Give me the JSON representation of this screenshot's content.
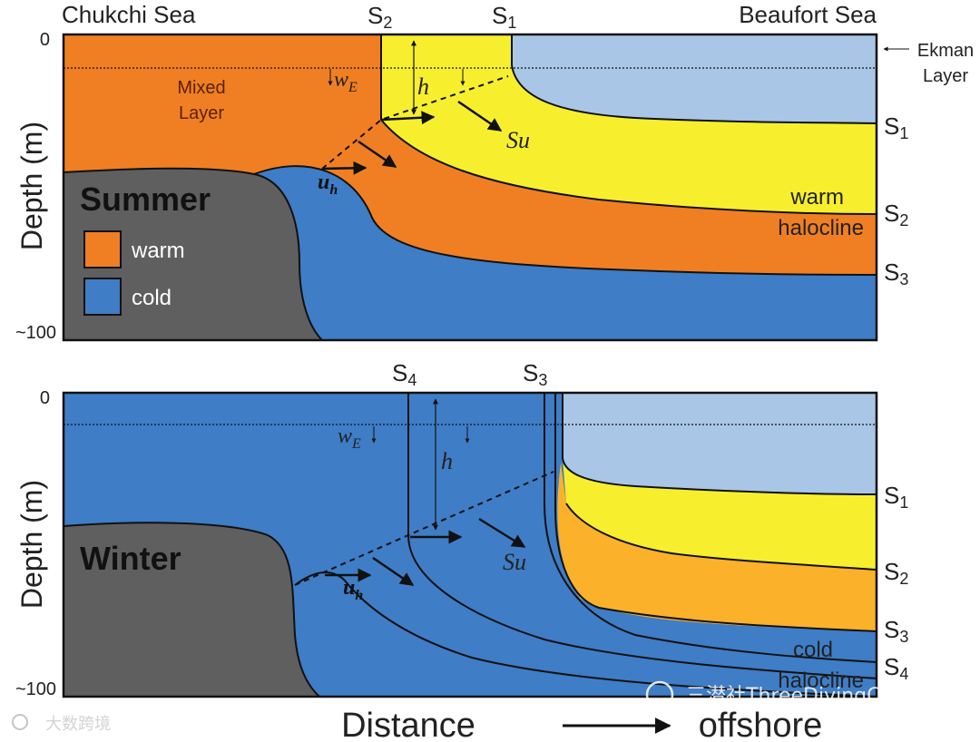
{
  "colors": {
    "warm": "#f07f23",
    "cold": "#3f7dc6",
    "yellow": "#f7ef2e",
    "light_blue": "#a9c6e6",
    "land": "#5f5f5f",
    "orange_winter": "#fbb12a"
  },
  "header": {
    "left_region": "Chukchi Sea",
    "right_region": "Beaufort Sea",
    "ekman_label_1": "Ekman",
    "ekman_label_2": "Layer"
  },
  "summer": {
    "season": "Summer",
    "mixed_layer_1": "Mixed",
    "mixed_layer_2": "Layer",
    "we_label": "w",
    "we_sub": "E",
    "h_label": "h",
    "su_label": "Su",
    "uh_label": "u",
    "uh_sub": "h",
    "top_labels": [
      {
        "s": "S",
        "n": "2"
      },
      {
        "s": "S",
        "n": "1"
      }
    ],
    "right_labels": [
      {
        "s": "S",
        "n": "1"
      },
      {
        "s": "S",
        "n": "2"
      },
      {
        "s": "S",
        "n": "3"
      }
    ],
    "warm_halocline_1": "warm",
    "warm_halocline_2": "halocline",
    "legend_warm": "warm",
    "legend_cold": "cold",
    "ytick_top": "0",
    "ytick_bottom": "~100",
    "ylabel": "Depth (m)"
  },
  "winter": {
    "season": "Winter",
    "we_label": "w",
    "we_sub": "E",
    "h_label": "h",
    "su_label": "Su",
    "uh_label": "u",
    "uh_sub": "h",
    "top_labels": [
      {
        "s": "S",
        "n": "4"
      },
      {
        "s": "S",
        "n": "3"
      }
    ],
    "right_labels": [
      {
        "s": "S",
        "n": "1"
      },
      {
        "s": "S",
        "n": "2"
      },
      {
        "s": "S",
        "n": "3"
      },
      {
        "s": "S",
        "n": "4"
      }
    ],
    "cold_halocline_1": "cold",
    "cold_halocline_2": "halocline",
    "ytick_top": "0",
    "ytick_bottom": "~100",
    "ylabel": "Depth (m)"
  },
  "footer": {
    "xlabel": "Distance",
    "offshore": "offshore",
    "watermark_left": "大数跨境",
    "watermark_right": "三潜社ThreeDivingClub"
  }
}
